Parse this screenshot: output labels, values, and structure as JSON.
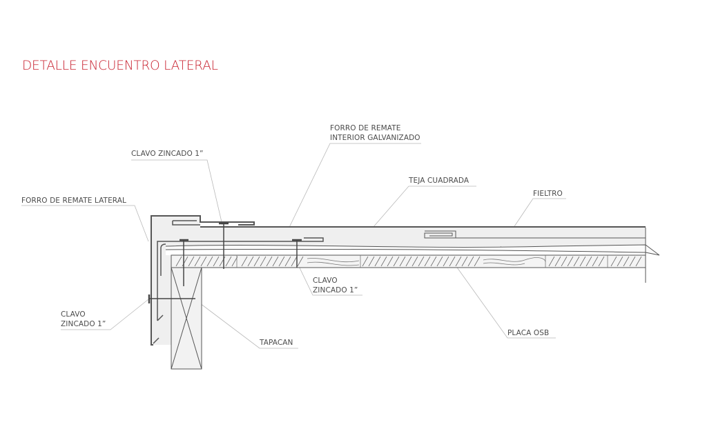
{
  "title": "DETALLE ENCUENTRO LATERAL",
  "colors": {
    "title": "#c8202e",
    "line": "#555555",
    "leader": "#b5b5b5",
    "fill": "#efefef"
  },
  "labels": {
    "forro_interior": [
      "FORRO DE REMATE",
      "INTERIOR GALVANIZADO"
    ],
    "clavo_top": "CLAVO ZINCADO 1”",
    "teja": "TEJA CUADRADA",
    "fieltro": "FIELTRO",
    "forro_lateral": "FORRO DE REMATE LATERAL",
    "clavo_mid": [
      "CLAVO",
      "ZINCADO 1”"
    ],
    "clavo_left": [
      "CLAVO",
      "ZINCADO 1”"
    ],
    "tapacan": "TAPACAN",
    "placa_osb": "PLACA OSB"
  }
}
